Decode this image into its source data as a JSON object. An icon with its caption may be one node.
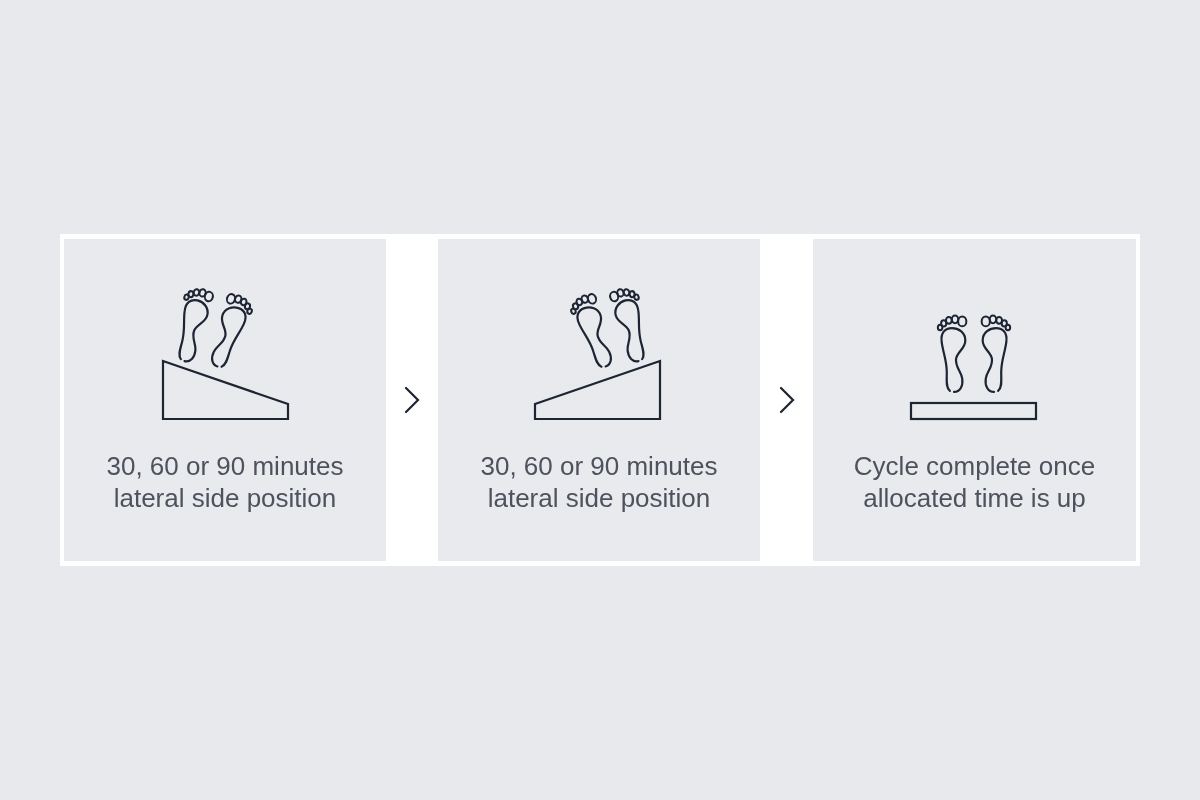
{
  "diagram": {
    "nodes": [
      {
        "text": [
          "30, 60 or 90 minutes lateral side position"
        ]
      },
      {
        "text": [
          "30, 60 or 90 minutes lateral side position"
        ]
      },
      {
        "text": [
          "Cycle complete once allocated time is up"
        ]
      }
    ],
    "edges": [
      {
        "from": 0,
        "to": 1,
        "arrow": "to"
      },
      {
        "from": 1,
        "to": 2,
        "arrow": "to"
      }
    ]
  }
}
